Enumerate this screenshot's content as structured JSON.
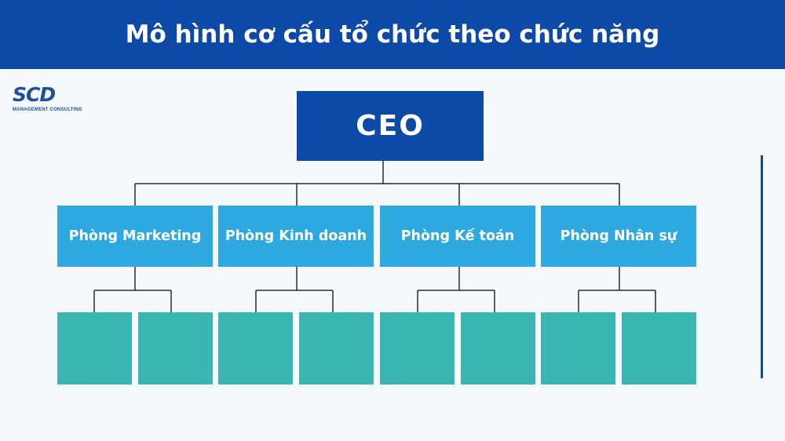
{
  "header": {
    "title": "Mô hình cơ cấu tổ chức theo chức năng"
  },
  "logo": {
    "mark": "SCD",
    "subtitle": "MANAGEMENT CONSULTING"
  },
  "chart": {
    "ceo": "CEO",
    "departments": [
      "Phòng Marketing",
      "Phòng Kinh doanh",
      "Phòng Kế toán",
      "Phòng Nhân sự"
    ]
  },
  "colors": {
    "header": "#0d4aa8",
    "ceo_box": "#0d4aa8",
    "department_box": "#2ea9e0",
    "sub_unit_box": "#3bb5b3",
    "background": "#f5f8fc"
  }
}
